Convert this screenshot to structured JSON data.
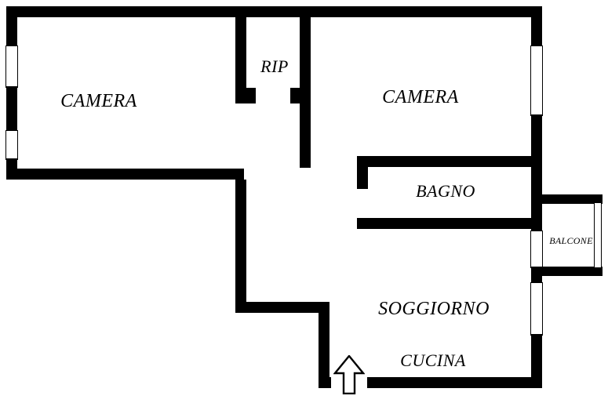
{
  "diagram": {
    "type": "apartment-floor-plan"
  },
  "colors": {
    "wall": "#000000",
    "background": "#ffffff",
    "text": "#000000"
  },
  "rooms": {
    "camera_left": {
      "label": "CAMERA"
    },
    "rip": {
      "label": "RIP"
    },
    "camera_right": {
      "label": "CAMERA"
    },
    "bagno": {
      "label": "BAGNO"
    },
    "balcone": {
      "label": "BALCONE"
    },
    "soggiorno": {
      "label": "SOGGIORNO"
    },
    "cucina": {
      "label": "CUCINA"
    }
  },
  "symbols": {
    "entrance_arrow": "up-arrow-entrance-marker"
  }
}
